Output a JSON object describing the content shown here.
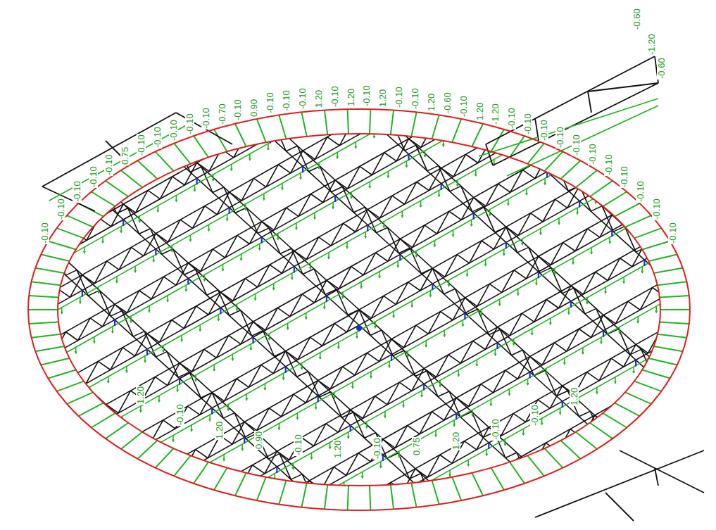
{
  "diagram": {
    "labels": [
      "-0.10",
      "-0.10",
      "-0.10",
      "-0.10",
      "-0.10",
      "0.75",
      "-0.10",
      "-0.10",
      "-0.10",
      "-0.10",
      "-0.10",
      "-0.70",
      "-0.10",
      "0.90",
      "-0.10",
      "-0.10",
      "-0.10",
      "1.20",
      "-0.10",
      "1.20",
      "-0.10",
      "1.20",
      "-0.10",
      "-0.10",
      "1.20",
      "-0.60",
      "-0.10",
      "1.20",
      "-1.20",
      "-0.10",
      "-0.10",
      "-0.10",
      "-0.10",
      "-0.10",
      "-0.10",
      "-0.10",
      "-0.10",
      "-0.10",
      "-0.10",
      "-0.10",
      "-0.60",
      "-1.20",
      "-0.60",
      "1.20",
      "-0.10",
      "1.20",
      "0.90",
      "-0.10",
      "1.20",
      "-0.10",
      "0.75",
      "1.20",
      "-0.10",
      "-0.10",
      "1.20"
    ]
  }
}
